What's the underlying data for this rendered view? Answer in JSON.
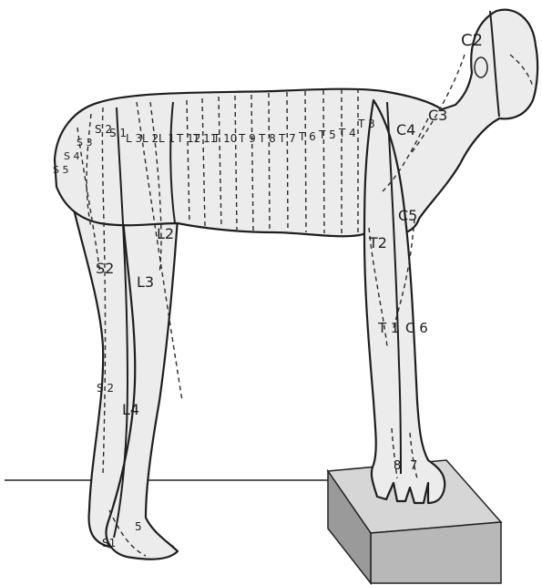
{
  "figure": {
    "labels": {
      "c2": "C2",
      "c3": "C3",
      "c4": "C4",
      "c5": "C5",
      "c6": "C 6",
      "c7": "7",
      "c8": "8",
      "t1": "T 1",
      "t2": "T2",
      "t3": "T 3",
      "t4": "T 4",
      "t5": "T 5",
      "t6": "T 6",
      "t7": "T 7",
      "t8": "T 8",
      "t9": "T 9",
      "t10": "T 10",
      "t11": "T 11",
      "t12": "T 12",
      "l1": "L 1",
      "l2_back": "L 2",
      "l3_back": "L 3",
      "l2": "L2",
      "l3": "L3",
      "l4": "L4",
      "l5": "5",
      "s1_back": "S 1",
      "s2_back": "S 2",
      "s2": "S2",
      "s2_leg": "S 2",
      "s3": "S 3",
      "s4": "S 4",
      "s5": "S 5",
      "s1_foot": "S1"
    },
    "colors": {
      "skin": "#ececec",
      "outline": "#1e1e1e",
      "box_top": "#d6d6d6",
      "box_front": "#b8b8b8",
      "box_side": "#9a9a9a"
    }
  }
}
